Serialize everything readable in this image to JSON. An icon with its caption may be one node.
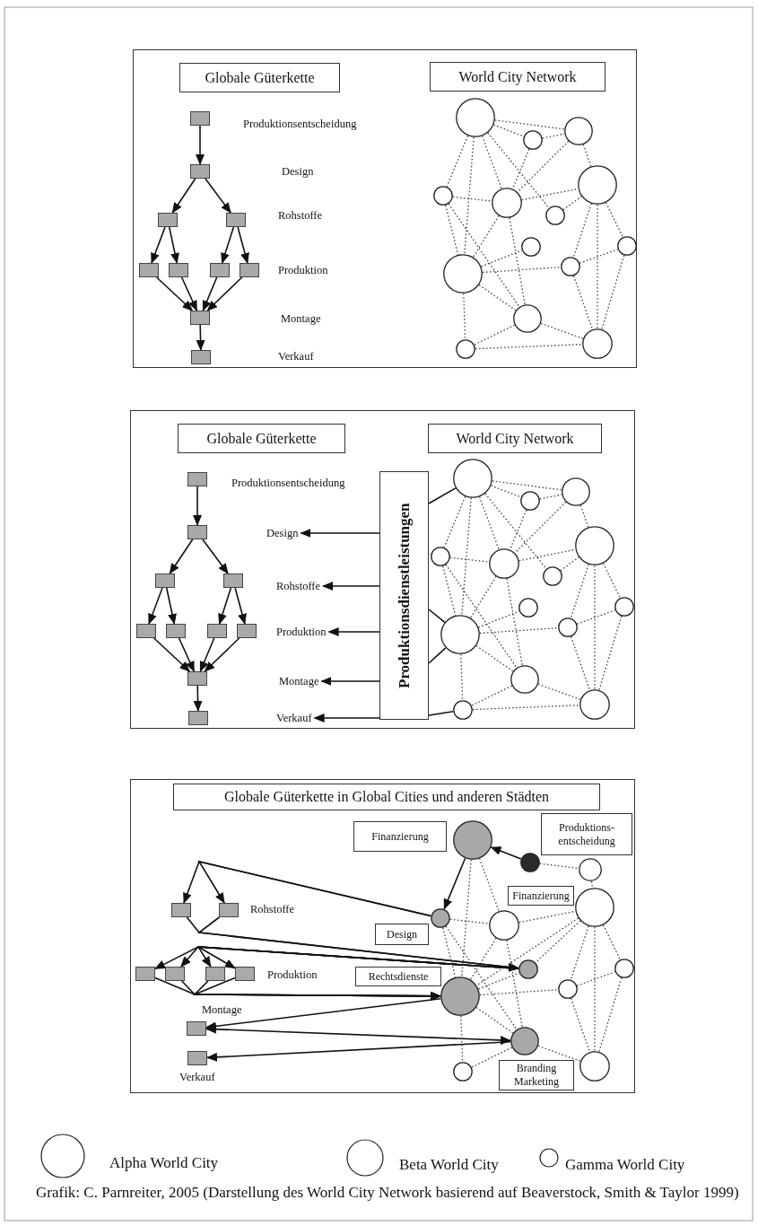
{
  "diagram": {
    "caption": "Grafik: C. Parnreiter, 2005 (Darstellung des World City Network basierend auf Beaverstock, Smith & Taylor 1999)",
    "nodes": [
      {
        "text": [],
        "shape": "box"
      },
      {
        "text": [
          "Globale Güterkette"
        ],
        "in": 0
      },
      {
        "text": [
          "World City Network"
        ],
        "in": 0
      },
      {
        "text": [],
        "shape": "box",
        "in": 0
      },
      {
        "text": [],
        "shape": "box",
        "in": 0
      },
      {
        "text": [],
        "shape": "box",
        "in": 0
      },
      {
        "text": [],
        "shape": "box",
        "in": 0
      },
      {
        "text": [],
        "shape": "box",
        "in": 0
      },
      {
        "text": [],
        "shape": "box",
        "in": 0
      },
      {
        "text": [],
        "shape": "box",
        "in": 0
      },
      {
        "text": [],
        "shape": "box",
        "in": 0
      },
      {
        "text": [],
        "shape": "box",
        "in": 0
      },
      {
        "text": [],
        "shape": "box",
        "in": 0
      },
      {
        "text": [],
        "shape": "circle",
        "in": 0
      },
      {
        "text": [],
        "shape": "circle",
        "in": 0
      },
      {
        "text": [],
        "shape": "circle",
        "in": 0
      },
      {
        "text": [],
        "shape": "circle",
        "in": 0
      },
      {
        "text": [],
        "shape": "circle",
        "in": 0
      },
      {
        "text": [],
        "shape": "circle",
        "in": 0
      },
      {
        "text": [],
        "shape": "circle",
        "in": 0
      },
      {
        "text": [],
        "shape": "circle",
        "in": 0
      },
      {
        "text": [],
        "shape": "circle",
        "in": 0
      },
      {
        "text": [],
        "shape": "circle",
        "in": 0
      },
      {
        "text": [],
        "shape": "circle",
        "in": 0
      },
      {
        "text": [],
        "shape": "circle",
        "in": 0
      },
      {
        "text": [],
        "shape": "circle",
        "in": 0
      },
      {
        "text": [],
        "shape": "circle",
        "in": 0
      },
      {
        "text": [],
        "shape": "box"
      },
      {
        "text": [
          "Globale Güterkette"
        ],
        "in": 27
      },
      {
        "text": [
          "World City Network"
        ],
        "in": 27
      },
      {
        "text": [],
        "shape": "box",
        "in": 27
      },
      {
        "text": [],
        "shape": "box",
        "in": 27
      },
      {
        "text": [],
        "shape": "box",
        "in": 27
      },
      {
        "text": [],
        "shape": "box",
        "in": 27
      },
      {
        "text": [],
        "shape": "box",
        "in": 27
      },
      {
        "text": [],
        "shape": "box",
        "in": 27
      },
      {
        "text": [],
        "shape": "box",
        "in": 27
      },
      {
        "text": [],
        "shape": "box",
        "in": 27
      },
      {
        "text": [],
        "shape": "box",
        "in": 27
      },
      {
        "text": [],
        "shape": "box",
        "in": 27
      },
      {
        "text": [
          "Produktionsentscheidung"
        ],
        "in": 27
      },
      {
        "text": [
          "Design"
        ],
        "in": 27
      },
      {
        "text": [
          "Rohstoffe"
        ],
        "in": 27
      },
      {
        "text": [
          "Produktion"
        ],
        "in": 27
      },
      {
        "text": [
          "Montage"
        ],
        "in": 27
      },
      {
        "text": [
          "Verkauf"
        ],
        "in": 27
      },
      {
        "text": [
          "Produktionsdienstleistungen"
        ],
        "in": 27
      },
      {
        "text": [],
        "shape": "circle",
        "in": 27
      },
      {
        "text": [],
        "shape": "circle",
        "in": 27
      },
      {
        "text": [],
        "shape": "circle",
        "in": 27
      },
      {
        "text": [],
        "shape": "circle",
        "in": 27
      },
      {
        "text": [],
        "shape": "circle",
        "in": 27
      },
      {
        "text": [],
        "shape": "circle",
        "in": 27
      },
      {
        "text": [],
        "shape": "circle",
        "in": 27
      },
      {
        "text": [],
        "shape": "circle",
        "in": 27
      },
      {
        "text": [],
        "shape": "circle",
        "in": 27
      },
      {
        "text": [],
        "shape": "circle",
        "in": 27
      },
      {
        "text": [],
        "shape": "circle",
        "in": 27
      },
      {
        "text": [],
        "shape": "circle",
        "in": 27
      },
      {
        "text": [],
        "shape": "circle",
        "in": 27
      },
      {
        "text": [],
        "shape": "circle",
        "in": 27
      },
      {
        "text": [],
        "shape": "box"
      },
      {
        "text": [
          "Globale Güterkette in Global Cities und anderen Städten"
        ],
        "in": 61
      },
      {
        "text": [],
        "shape": "box",
        "in": 61
      },
      {
        "text": [],
        "shape": "box",
        "in": 61
      },
      {
        "text": [],
        "shape": "box",
        "in": 61
      },
      {
        "text": [],
        "shape": "box",
        "in": 61
      },
      {
        "text": [],
        "shape": "box",
        "in": 61
      },
      {
        "text": [],
        "shape": "box",
        "in": 61
      },
      {
        "text": [],
        "shape": "box",
        "in": 61,
        "beside": [
          "Montage"
        ]
      },
      {
        "text": [],
        "shape": "box",
        "in": 61,
        "beside": [
          "Verkauf"
        ]
      },
      {
        "text": [],
        "shape": "circle",
        "in": 61
      },
      {
        "text": [],
        "shape": "circle",
        "in": 61
      },
      {
        "text": [],
        "shape": "circle",
        "in": 61
      },
      {
        "text": [],
        "shape": "circle",
        "in": 61
      },
      {
        "text": [],
        "shape": "circle",
        "in": 61
      },
      {
        "text": [],
        "shape": "circle",
        "in": 61
      },
      {
        "text": [],
        "shape": "circle",
        "in": 61
      },
      {
        "text": [],
        "shape": "circle",
        "in": 61
      },
      {
        "text": [],
        "shape": "circle",
        "in": 61
      },
      {
        "text": [],
        "shape": "circle",
        "in": 61
      },
      {
        "text": [],
        "shape": "circle",
        "in": 61
      },
      {
        "text": [],
        "shape": "circle",
        "in": 61
      },
      {
        "text": [],
        "shape": "circle",
        "in": 61
      },
      {
        "text": [
          "Finanzierung"
        ],
        "in": 61
      },
      {
        "text": [
          "Produktions- entscheidung"
        ],
        "in": 61
      },
      {
        "text": [
          "Design"
        ],
        "in": 61
      },
      {
        "text": [
          "Finanzierung"
        ],
        "in": 61
      },
      {
        "text": [
          "Rechtsdienste"
        ],
        "in": 61
      },
      {
        "text": [
          "Branding Marketing"
        ],
        "in": 61
      }
    ],
    "edges": [
      {
        "from": 3,
        "to": 4,
        "arrow": "to"
      },
      {
        "from": 4,
        "to": 5,
        "arrow": "to"
      },
      {
        "from": 4,
        "to": 6,
        "arrow": "to"
      },
      {
        "from": 5,
        "to": 7,
        "arrow": "to"
      },
      {
        "from": 5,
        "to": 8,
        "arrow": "to"
      },
      {
        "from": 6,
        "to": 9,
        "arrow": "to"
      },
      {
        "from": 6,
        "to": 10,
        "arrow": "to"
      },
      {
        "from": 7,
        "to": 11,
        "arrow": "to"
      },
      {
        "from": 8,
        "to": 11,
        "arrow": "to"
      },
      {
        "from": 9,
        "to": 11,
        "arrow": "to"
      },
      {
        "from": 10,
        "to": 11,
        "arrow": "to"
      },
      {
        "from": 11,
        "to": 12,
        "arrow": "to"
      },
      {
        "from": 13,
        "to": 14,
        "arrow": "none",
        "style": "dashed"
      },
      {
        "from": 13,
        "to": 15,
        "arrow": "none",
        "style": "dashed"
      },
      {
        "from": 13,
        "to": 17,
        "arrow": "none",
        "style": "dashed"
      },
      {
        "from": 13,
        "to": 18,
        "arrow": "none",
        "style": "dashed"
      },
      {
        "from": 13,
        "to": 22,
        "arrow": "none",
        "style": "dashed"
      },
      {
        "from": 13,
        "to": 19,
        "arrow": "none",
        "style": "dashed"
      },
      {
        "from": 14,
        "to": 15,
        "arrow": "none",
        "style": "dashed"
      },
      {
        "from": 14,
        "to": 18,
        "arrow": "none",
        "style": "dashed"
      },
      {
        "from": 15,
        "to": 16,
        "arrow": "none",
        "style": "dashed"
      },
      {
        "from": 15,
        "to": 18,
        "arrow": "none",
        "style": "dashed"
      },
      {
        "from": 17,
        "to": 18,
        "arrow": "none",
        "style": "dashed"
      },
      {
        "from": 17,
        "to": 22,
        "arrow": "none",
        "style": "dashed"
      },
      {
        "from": 17,
        "to": 24,
        "arrow": "none",
        "style": "dashed"
      },
      {
        "from": 18,
        "to": 16,
        "arrow": "none",
        "style": "dashed"
      },
      {
        "from": 18,
        "to": 24,
        "arrow": "none",
        "style": "dashed"
      },
      {
        "from": 18,
        "to": 22,
        "arrow": "none",
        "style": "dashed"
      },
      {
        "from": 19,
        "to": 16,
        "arrow": "none",
        "style": "dashed"
      },
      {
        "from": 16,
        "to": 21,
        "arrow": "none",
        "style": "dashed"
      },
      {
        "from": 16,
        "to": 23,
        "arrow": "none",
        "style": "dashed"
      },
      {
        "from": 16,
        "to": 26,
        "arrow": "none",
        "style": "dashed"
      },
      {
        "from": 22,
        "to": 23,
        "arrow": "none",
        "style": "dashed"
      },
      {
        "from": 22,
        "to": 20,
        "arrow": "none",
        "style": "dashed"
      },
      {
        "from": 22,
        "to": 24,
        "arrow": "none",
        "style": "dashed"
      },
      {
        "from": 22,
        "to": 25,
        "arrow": "none",
        "style": "dashed"
      },
      {
        "from": 23,
        "to": 26,
        "arrow": "none",
        "style": "dashed"
      },
      {
        "from": 23,
        "to": 21,
        "arrow": "none",
        "style": "dashed"
      },
      {
        "from": 21,
        "to": 26,
        "arrow": "none",
        "style": "dashed"
      },
      {
        "from": 24,
        "to": 25,
        "arrow": "none",
        "style": "dashed"
      },
      {
        "from": 24,
        "to": 26,
        "arrow": "none",
        "style": "dashed"
      },
      {
        "from": 25,
        "to": 26,
        "arrow": "none",
        "style": "dashed"
      },
      {
        "from": 30,
        "to": 31,
        "arrow": "to"
      },
      {
        "from": 31,
        "to": 32,
        "arrow": "to"
      },
      {
        "from": 31,
        "to": 33,
        "arrow": "to"
      },
      {
        "from": 32,
        "to": 34,
        "arrow": "to"
      },
      {
        "from": 32,
        "to": 35,
        "arrow": "to"
      },
      {
        "from": 33,
        "to": 36,
        "arrow": "to"
      },
      {
        "from": 33,
        "to": 37,
        "arrow": "to"
      },
      {
        "from": 34,
        "to": 38,
        "arrow": "to"
      },
      {
        "from": 35,
        "to": 38,
        "arrow": "to"
      },
      {
        "from": 36,
        "to": 38,
        "arrow": "to"
      },
      {
        "from": 37,
        "to": 38,
        "arrow": "to"
      },
      {
        "from": 38,
        "to": 39,
        "arrow": "to"
      },
      {
        "from": 46,
        "to": 41,
        "arrow": "to"
      },
      {
        "from": 46,
        "to": 42,
        "arrow": "to"
      },
      {
        "from": 46,
        "to": 43,
        "arrow": "to"
      },
      {
        "from": 46,
        "to": 44,
        "arrow": "to"
      },
      {
        "from": 46,
        "to": 45,
        "arrow": "to"
      },
      {
        "from": 46,
        "to": 47,
        "arrow": "none"
      },
      {
        "from": 46,
        "to": 56,
        "arrow": "none"
      },
      {
        "from": 46,
        "to": 56,
        "arrow": "none"
      },
      {
        "from": 46,
        "to": 59,
        "arrow": "none"
      },
      {
        "from": 47,
        "to": 48,
        "arrow": "none",
        "style": "dashed"
      },
      {
        "from": 47,
        "to": 49,
        "arrow": "none",
        "style": "dashed"
      },
      {
        "from": 47,
        "to": 51,
        "arrow": "none",
        "style": "dashed"
      },
      {
        "from": 47,
        "to": 52,
        "arrow": "none",
        "style": "dashed"
      },
      {
        "from": 47,
        "to": 56,
        "arrow": "none",
        "style": "dashed"
      },
      {
        "from": 47,
        "to": 53,
        "arrow": "none",
        "style": "dashed"
      },
      {
        "from": 48,
        "to": 49,
        "arrow": "none",
        "style": "dashed"
      },
      {
        "from": 48,
        "to": 52,
        "arrow": "none",
        "style": "dashed"
      },
      {
        "from": 49,
        "to": 50,
        "arrow": "none",
        "style": "dashed"
      },
      {
        "from": 49,
        "to": 52,
        "arrow": "none",
        "style": "dashed"
      },
      {
        "from": 51,
        "to": 52,
        "arrow": "none",
        "style": "dashed"
      },
      {
        "from": 51,
        "to": 56,
        "arrow": "none",
        "style": "dashed"
      },
      {
        "from": 51,
        "to": 58,
        "arrow": "none",
        "style": "dashed"
      },
      {
        "from": 52,
        "to": 50,
        "arrow": "none",
        "style": "dashed"
      },
      {
        "from": 52,
        "to": 58,
        "arrow": "none",
        "style": "dashed"
      },
      {
        "from": 52,
        "to": 56,
        "arrow": "none",
        "style": "dashed"
      },
      {
        "from": 53,
        "to": 50,
        "arrow": "none",
        "style": "dashed"
      },
      {
        "from": 50,
        "to": 55,
        "arrow": "none",
        "style": "dashed"
      },
      {
        "from": 50,
        "to": 57,
        "arrow": "none",
        "style": "dashed"
      },
      {
        "from": 50,
        "to": 60,
        "arrow": "none",
        "style": "dashed"
      },
      {
        "from": 56,
        "to": 57,
        "arrow": "none",
        "style": "dashed"
      },
      {
        "from": 56,
        "to": 54,
        "arrow": "none",
        "style": "dashed"
      },
      {
        "from": 56,
        "to": 58,
        "arrow": "none",
        "style": "dashed"
      },
      {
        "from": 56,
        "to": 59,
        "arrow": "none",
        "style": "dashed"
      },
      {
        "from": 57,
        "to": 60,
        "arrow": "none",
        "style": "dashed"
      },
      {
        "from": 57,
        "to": 55,
        "arrow": "none",
        "style": "dashed"
      },
      {
        "from": 55,
        "to": 60,
        "arrow": "none",
        "style": "dashed"
      },
      {
        "from": 58,
        "to": 59,
        "arrow": "none",
        "style": "dashed"
      },
      {
        "from": 58,
        "to": 60,
        "arrow": "none",
        "style": "dashed"
      },
      {
        "from": 59,
        "to": 60,
        "arrow": "none",
        "style": "dashed"
      },
      {
        "from": 72,
        "to": 71,
        "arrow": "to"
      },
      {
        "from": 71,
        "to": 75,
        "arrow": "to"
      },
      {
        "from": 75,
        "to": 63,
        "arrow": "to"
      },
      {
        "from": 75,
        "to": 64,
        "arrow": "to"
      },
      {
        "from": 63,
        "to": 77,
        "arrow": "to"
      },
      {
        "from": 64,
        "to": 77,
        "arrow": "to"
      },
      {
        "from": 77,
        "to": 65,
        "arrow": "to"
      },
      {
        "from": 77,
        "to": 66,
        "arrow": "to"
      },
      {
        "from": 77,
        "to": 67,
        "arrow": "to"
      },
      {
        "from": 77,
        "to": 68,
        "arrow": "to"
      },
      {
        "from": 65,
        "to": 79,
        "arrow": "to"
      },
      {
        "from": 66,
        "to": 79,
        "arrow": "to"
      },
      {
        "from": 67,
        "to": 79,
        "arrow": "to"
      },
      {
        "from": 68,
        "to": 79,
        "arrow": "to"
      },
      {
        "from": 79,
        "to": 69,
        "arrow": "to"
      },
      {
        "from": 69,
        "to": 81,
        "arrow": "both"
      },
      {
        "from": 81,
        "to": 70,
        "arrow": "to"
      },
      {
        "from": 71,
        "to": 76,
        "arrow": "none",
        "style": "dashed"
      },
      {
        "from": 71,
        "to": 79,
        "arrow": "none",
        "style": "dashed"
      },
      {
        "from": 72,
        "to": 73,
        "arrow": "none",
        "style": "dashed"
      },
      {
        "from": 73,
        "to": 74,
        "arrow": "none",
        "style": "dashed"
      },
      {
        "from": 75,
        "to": 76,
        "arrow": "none",
        "style": "dashed"
      },
      {
        "from": 75,
        "to": 79,
        "arrow": "none",
        "style": "dashed"
      },
      {
        "from": 75,
        "to": 81,
        "arrow": "none",
        "style": "dashed"
      },
      {
        "from": 76,
        "to": 74,
        "arrow": "none",
        "style": "dashed"
      },
      {
        "from": 76,
        "to": 81,
        "arrow": "none",
        "style": "dashed"
      },
      {
        "from": 76,
        "to": 79,
        "arrow": "none",
        "style": "dashed"
      },
      {
        "from": 74,
        "to": 78,
        "arrow": "none",
        "style": "dashed"
      },
      {
        "from": 74,
        "to": 79,
        "arrow": "none",
        "style": "dashed"
      },
      {
        "from": 74,
        "to": 77,
        "arrow": "none",
        "style": "dashed"
      },
      {
        "from": 74,
        "to": 80,
        "arrow": "none",
        "style": "dashed"
      },
      {
        "from": 74,
        "to": 83,
        "arrow": "none",
        "style": "dashed"
      },
      {
        "from": 79,
        "to": 80,
        "arrow": "none",
        "style": "dashed"
      },
      {
        "from": 79,
        "to": 77,
        "arrow": "none",
        "style": "dashed"
      },
      {
        "from": 79,
        "to": 81,
        "arrow": "none",
        "style": "dashed"
      },
      {
        "from": 79,
        "to": 82,
        "arrow": "none",
        "style": "dashed"
      },
      {
        "from": 80,
        "to": 83,
        "arrow": "none",
        "style": "dashed"
      },
      {
        "from": 80,
        "to": 78,
        "arrow": "none",
        "style": "dashed"
      },
      {
        "from": 78,
        "to": 83,
        "arrow": "none",
        "style": "dashed"
      },
      {
        "from": 81,
        "to": 82,
        "arrow": "none",
        "style": "dashed"
      },
      {
        "from": 81,
        "to": 83,
        "arrow": "none",
        "style": "dashed"
      }
    ],
    "labels": [
      "Produktionsentscheidung",
      "Design",
      "Rohstoffe",
      "Produktion",
      "Montage",
      "Verkauf",
      "Rohstoffe",
      "Produktion"
    ],
    "legend": [
      {
        "text": "Alpha World City"
      },
      {
        "text": "Beta World City"
      },
      {
        "text": "Gamma World City"
      }
    ]
  }
}
